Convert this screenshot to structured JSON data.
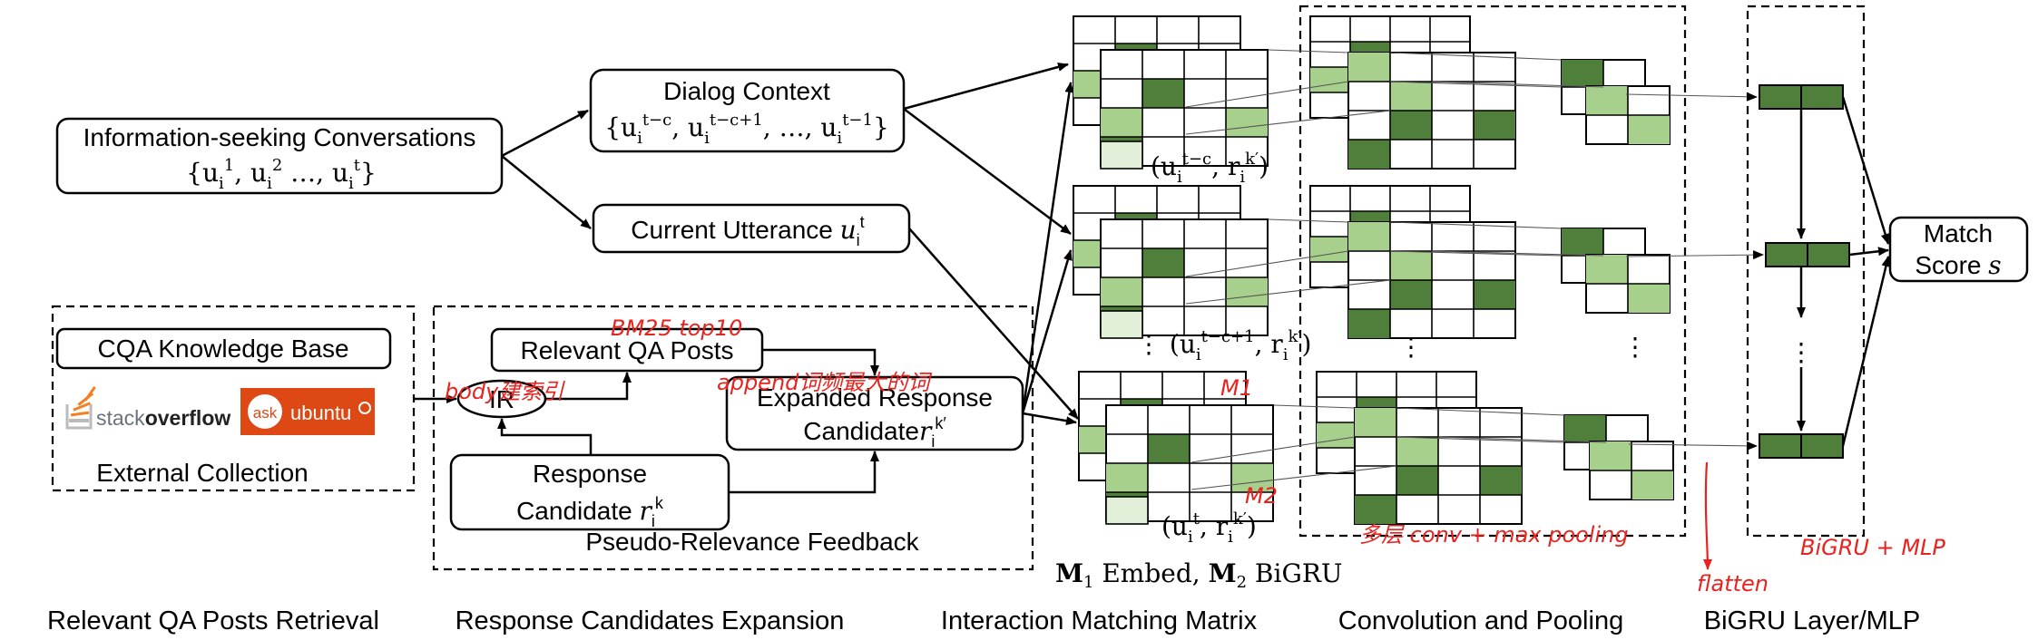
{
  "boxes": {
    "conversations_title": "Information-seeking Conversations",
    "conversations_math": "{u",
    "dialog_context_title": "Dialog Context",
    "dialog_context_math": "{u",
    "current_utterance": "Current Utterance u",
    "cqa_kb": "CQA Knowledge Base",
    "relevant_qa_posts": "Relevant QA Posts",
    "ir": "IR",
    "expanded_line1": "Expanded Response",
    "expanded_line2": "Candidate r",
    "response_cand_line1": "Response",
    "response_cand_line2": "Candidate r",
    "match_score_line1": "Match",
    "match_score_line2": "Score s"
  },
  "logos": {
    "stackoverflow_stack": "stack",
    "stackoverflow_overflow": "overflow",
    "askubuntu": "ask ubuntu"
  },
  "labels": {
    "external_collection": "External Collection",
    "prf": "Pseudo-Relevance Feedback",
    "matrix_label_1": "(u",
    "matrix_label_2": "(u",
    "matrix_label_3": "(u",
    "embed_bigru": "M₁ Embed, M₂ BiGRU"
  },
  "sections": [
    "Relevant QA Posts Retrieval",
    "Response Candidates Expansion",
    "Interaction Matching Matrix",
    "Convolution and Pooling",
    "BiGRU Layer/MLP"
  ],
  "handwritten": {
    "bm25": "BM25 top10",
    "body_index": "body建索引",
    "append": "append词频最大的词",
    "m1": "M1",
    "m2": "M2",
    "conv_note": "多层 conv + max pooling",
    "flatten": "flatten",
    "bigru_mlp": "BiGRU + MLP"
  },
  "colors": {
    "dark_green": "#4f7f3b",
    "light_green": "#a8d08d",
    "pale_green": "#e2efd9",
    "annotation_red": "#e8231f",
    "askubuntu_orange": "#dd4814",
    "stackoverflow_orange": "#f48024"
  }
}
